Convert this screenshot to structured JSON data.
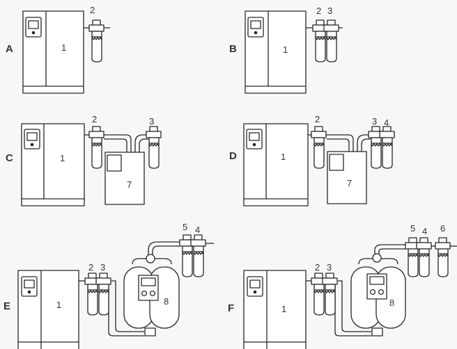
{
  "sections": [
    {
      "id": "A",
      "letter": "A",
      "components": [
        {
          "ref": "compressor",
          "label": "1"
        },
        {
          "ref": "filter",
          "label": "2"
        }
      ]
    },
    {
      "id": "B",
      "letter": "B",
      "components": [
        {
          "ref": "compressor",
          "label": "1"
        },
        {
          "ref": "filter",
          "label": "2"
        },
        {
          "ref": "filter",
          "label": "3"
        }
      ]
    },
    {
      "id": "C",
      "letter": "C",
      "components": [
        {
          "ref": "compressor",
          "label": "1"
        },
        {
          "ref": "filter",
          "label": "2"
        },
        {
          "ref": "dryer",
          "label": "7"
        },
        {
          "ref": "filter",
          "label": "3"
        }
      ]
    },
    {
      "id": "D",
      "letter": "D",
      "components": [
        {
          "ref": "compressor",
          "label": "1"
        },
        {
          "ref": "filter",
          "label": "2"
        },
        {
          "ref": "dryer",
          "label": "7"
        },
        {
          "ref": "filter",
          "label": "3"
        },
        {
          "ref": "filter",
          "label": "4"
        }
      ]
    },
    {
      "id": "E",
      "letter": "E",
      "components": [
        {
          "ref": "compressor",
          "label": "1"
        },
        {
          "ref": "filter",
          "label": "2"
        },
        {
          "ref": "filter",
          "label": "3"
        },
        {
          "ref": "desiccant-dryer",
          "label": "8"
        },
        {
          "ref": "filter",
          "label": "5"
        },
        {
          "ref": "filter",
          "label": "4"
        }
      ]
    },
    {
      "id": "F",
      "letter": "F",
      "components": [
        {
          "ref": "compressor",
          "label": "1"
        },
        {
          "ref": "filter",
          "label": "2"
        },
        {
          "ref": "filter",
          "label": "3"
        },
        {
          "ref": "desiccant-dryer",
          "label": "8"
        },
        {
          "ref": "filter",
          "label": "5"
        },
        {
          "ref": "filter",
          "label": "4"
        },
        {
          "ref": "filter",
          "label": "6"
        }
      ]
    }
  ]
}
